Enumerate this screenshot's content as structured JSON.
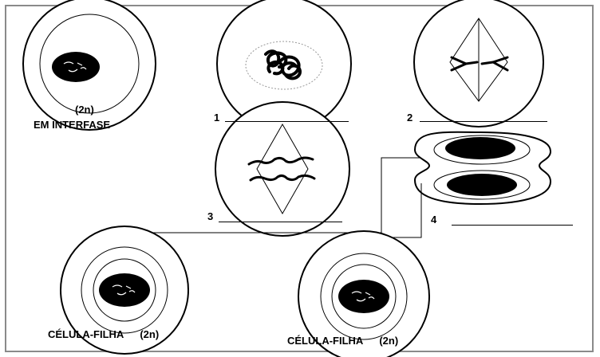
{
  "interphase": {
    "ploidy": "(2n)",
    "caption": "EM INTERFASE"
  },
  "stages": [
    {
      "number": "1"
    },
    {
      "number": "2"
    },
    {
      "number": "3"
    },
    {
      "number": "4"
    }
  ],
  "daughters": [
    {
      "caption": "CÉLULA-FILHA",
      "ploidy": "(2n)"
    },
    {
      "caption": "CÉLULA-FILHA",
      "ploidy": "(2n)"
    }
  ],
  "colors": {
    "frame": "#8a8a8a",
    "ink": "#000000",
    "chromatin": "#ffffff"
  }
}
